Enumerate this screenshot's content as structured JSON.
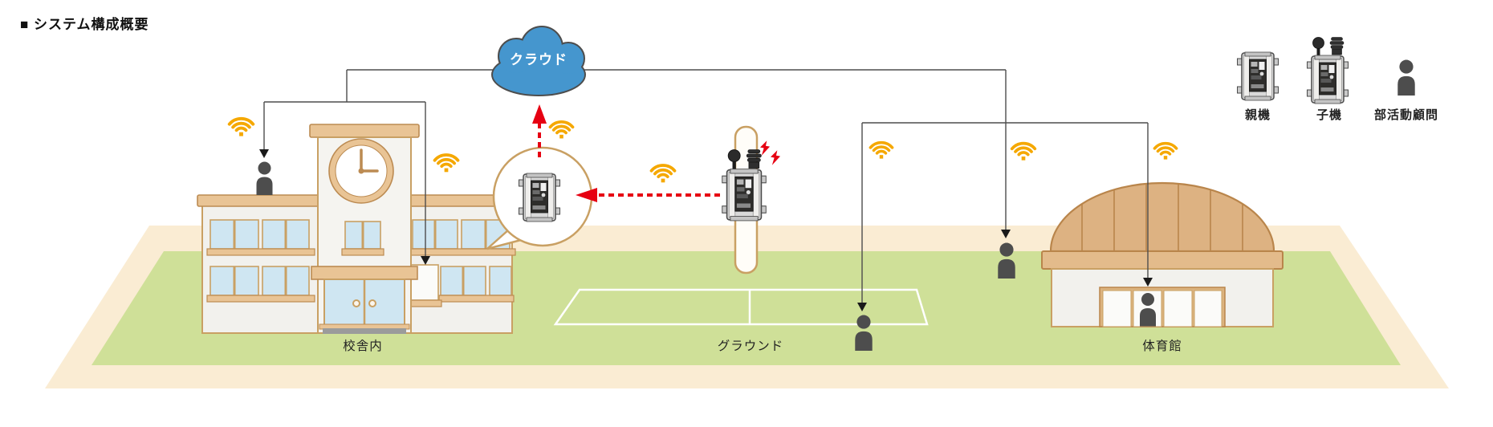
{
  "title": "■ システム構成概要",
  "cloud": {
    "label": "クラウド",
    "fill": "#4596ce"
  },
  "areas": {
    "school": {
      "label": "校舎内"
    },
    "ground": {
      "label": "グラウンド"
    },
    "gym": {
      "label": "体育館"
    }
  },
  "legend": {
    "parent_device": {
      "label": "親機",
      "icon": "parent-device-icon"
    },
    "child_device": {
      "label": "子機",
      "icon": "child-device-icon"
    },
    "advisor": {
      "label": "部活動顧問",
      "icon": "person-icon"
    }
  },
  "icons": {
    "wifi": "wifi-signal-icon",
    "lightning": "lightning-icon",
    "cloud": "cloud-icon",
    "person": "person-icon",
    "parent_device": "parent-device-icon",
    "child_device": "child-device-icon"
  },
  "colors": {
    "wifi_orange": "#f5a800",
    "alert_red": "#e60012",
    "cloud_blue": "#4596ce",
    "ground_peach": "#faecd3",
    "field_green": "#cfe098",
    "trim_tan": "#c9a063",
    "roof_tan": "#e9c495",
    "dome_tan": "#ddb282",
    "wall_gray": "#f2f1ed",
    "window_blue": "#cfe6f2",
    "person_gray": "#4d4d4d",
    "line_gray": "#4d4d4d"
  }
}
